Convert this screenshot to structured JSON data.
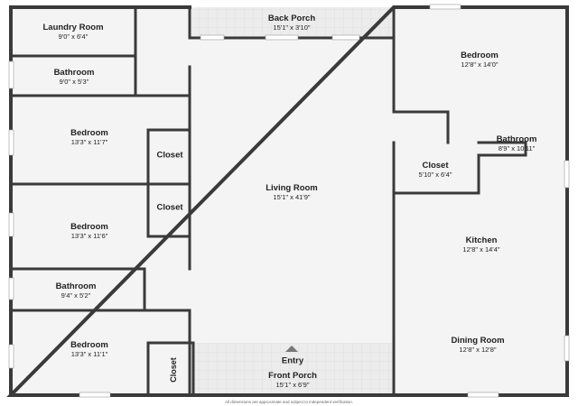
{
  "rooms": {
    "laundry_room": {
      "name": "Laundry Room",
      "dims": "9'0\" x 6'4\""
    },
    "back_porch": {
      "name": "Back Porch",
      "dims": "15'1\" x 3'10\""
    },
    "bedroom_top_right": {
      "name": "Bedroom",
      "dims": "12'8\" x 14'0\""
    },
    "bathroom_upper_left": {
      "name": "Bathroom",
      "dims": "9'0\" x 5'3\""
    },
    "bedroom_2": {
      "name": "Bedroom",
      "dims": "13'3\" x 11'7\""
    },
    "closet_1": {
      "name": "Closet"
    },
    "bathroom_right": {
      "name": "Bathroom",
      "dims": "8'9\" x 10'11\""
    },
    "closet_right": {
      "name": "Closet",
      "dims": "5'10\" x 6'4\""
    },
    "living_room": {
      "name": "Living Room",
      "dims": "15'1\" x 41'9\""
    },
    "closet_2": {
      "name": "Closet"
    },
    "bedroom_3": {
      "name": "Bedroom",
      "dims": "13'3\" x 11'6\""
    },
    "kitchen": {
      "name": "Kitchen",
      "dims": "12'8\" x 14'4\""
    },
    "bathroom_lower_left": {
      "name": "Bathroom",
      "dims": "9'4\" x 5'2\""
    },
    "bedroom_4": {
      "name": "Bedroom",
      "dims": "13'3\" x 11'1\""
    },
    "entry": {
      "name": "Entry"
    },
    "dining_room": {
      "name": "Dining Room",
      "dims": "12'8\" x 12'8\""
    },
    "closet_3": {
      "name": "Closet"
    },
    "front_porch": {
      "name": "Front Porch",
      "dims": "15'1\" x 6'9\""
    }
  },
  "disclaimer": "All dimensions are approximate and subject to independent verification.",
  "colors": {
    "wall": "#3a3a3a",
    "floor": "#f3f3f3",
    "porch": "#e6e6e6",
    "window": "#ffffff",
    "text": "#222222"
  }
}
